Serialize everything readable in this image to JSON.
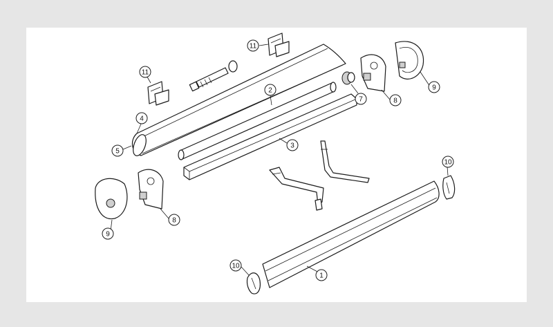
{
  "callouts": [
    {
      "id": "c1",
      "label": "1"
    },
    {
      "id": "c2",
      "label": "2"
    },
    {
      "id": "c3",
      "label": "3"
    },
    {
      "id": "c4",
      "label": "4"
    },
    {
      "id": "c5",
      "label": "5"
    },
    {
      "id": "c7",
      "label": "7"
    },
    {
      "id": "c8a",
      "label": "8"
    },
    {
      "id": "c8b",
      "label": "8"
    },
    {
      "id": "c9a",
      "label": "9"
    },
    {
      "id": "c9b",
      "label": "9"
    },
    {
      "id": "c10a",
      "label": "10"
    },
    {
      "id": "c10b",
      "label": "10"
    },
    {
      "id": "c11a",
      "label": "11"
    },
    {
      "id": "c11b",
      "label": "11"
    }
  ]
}
